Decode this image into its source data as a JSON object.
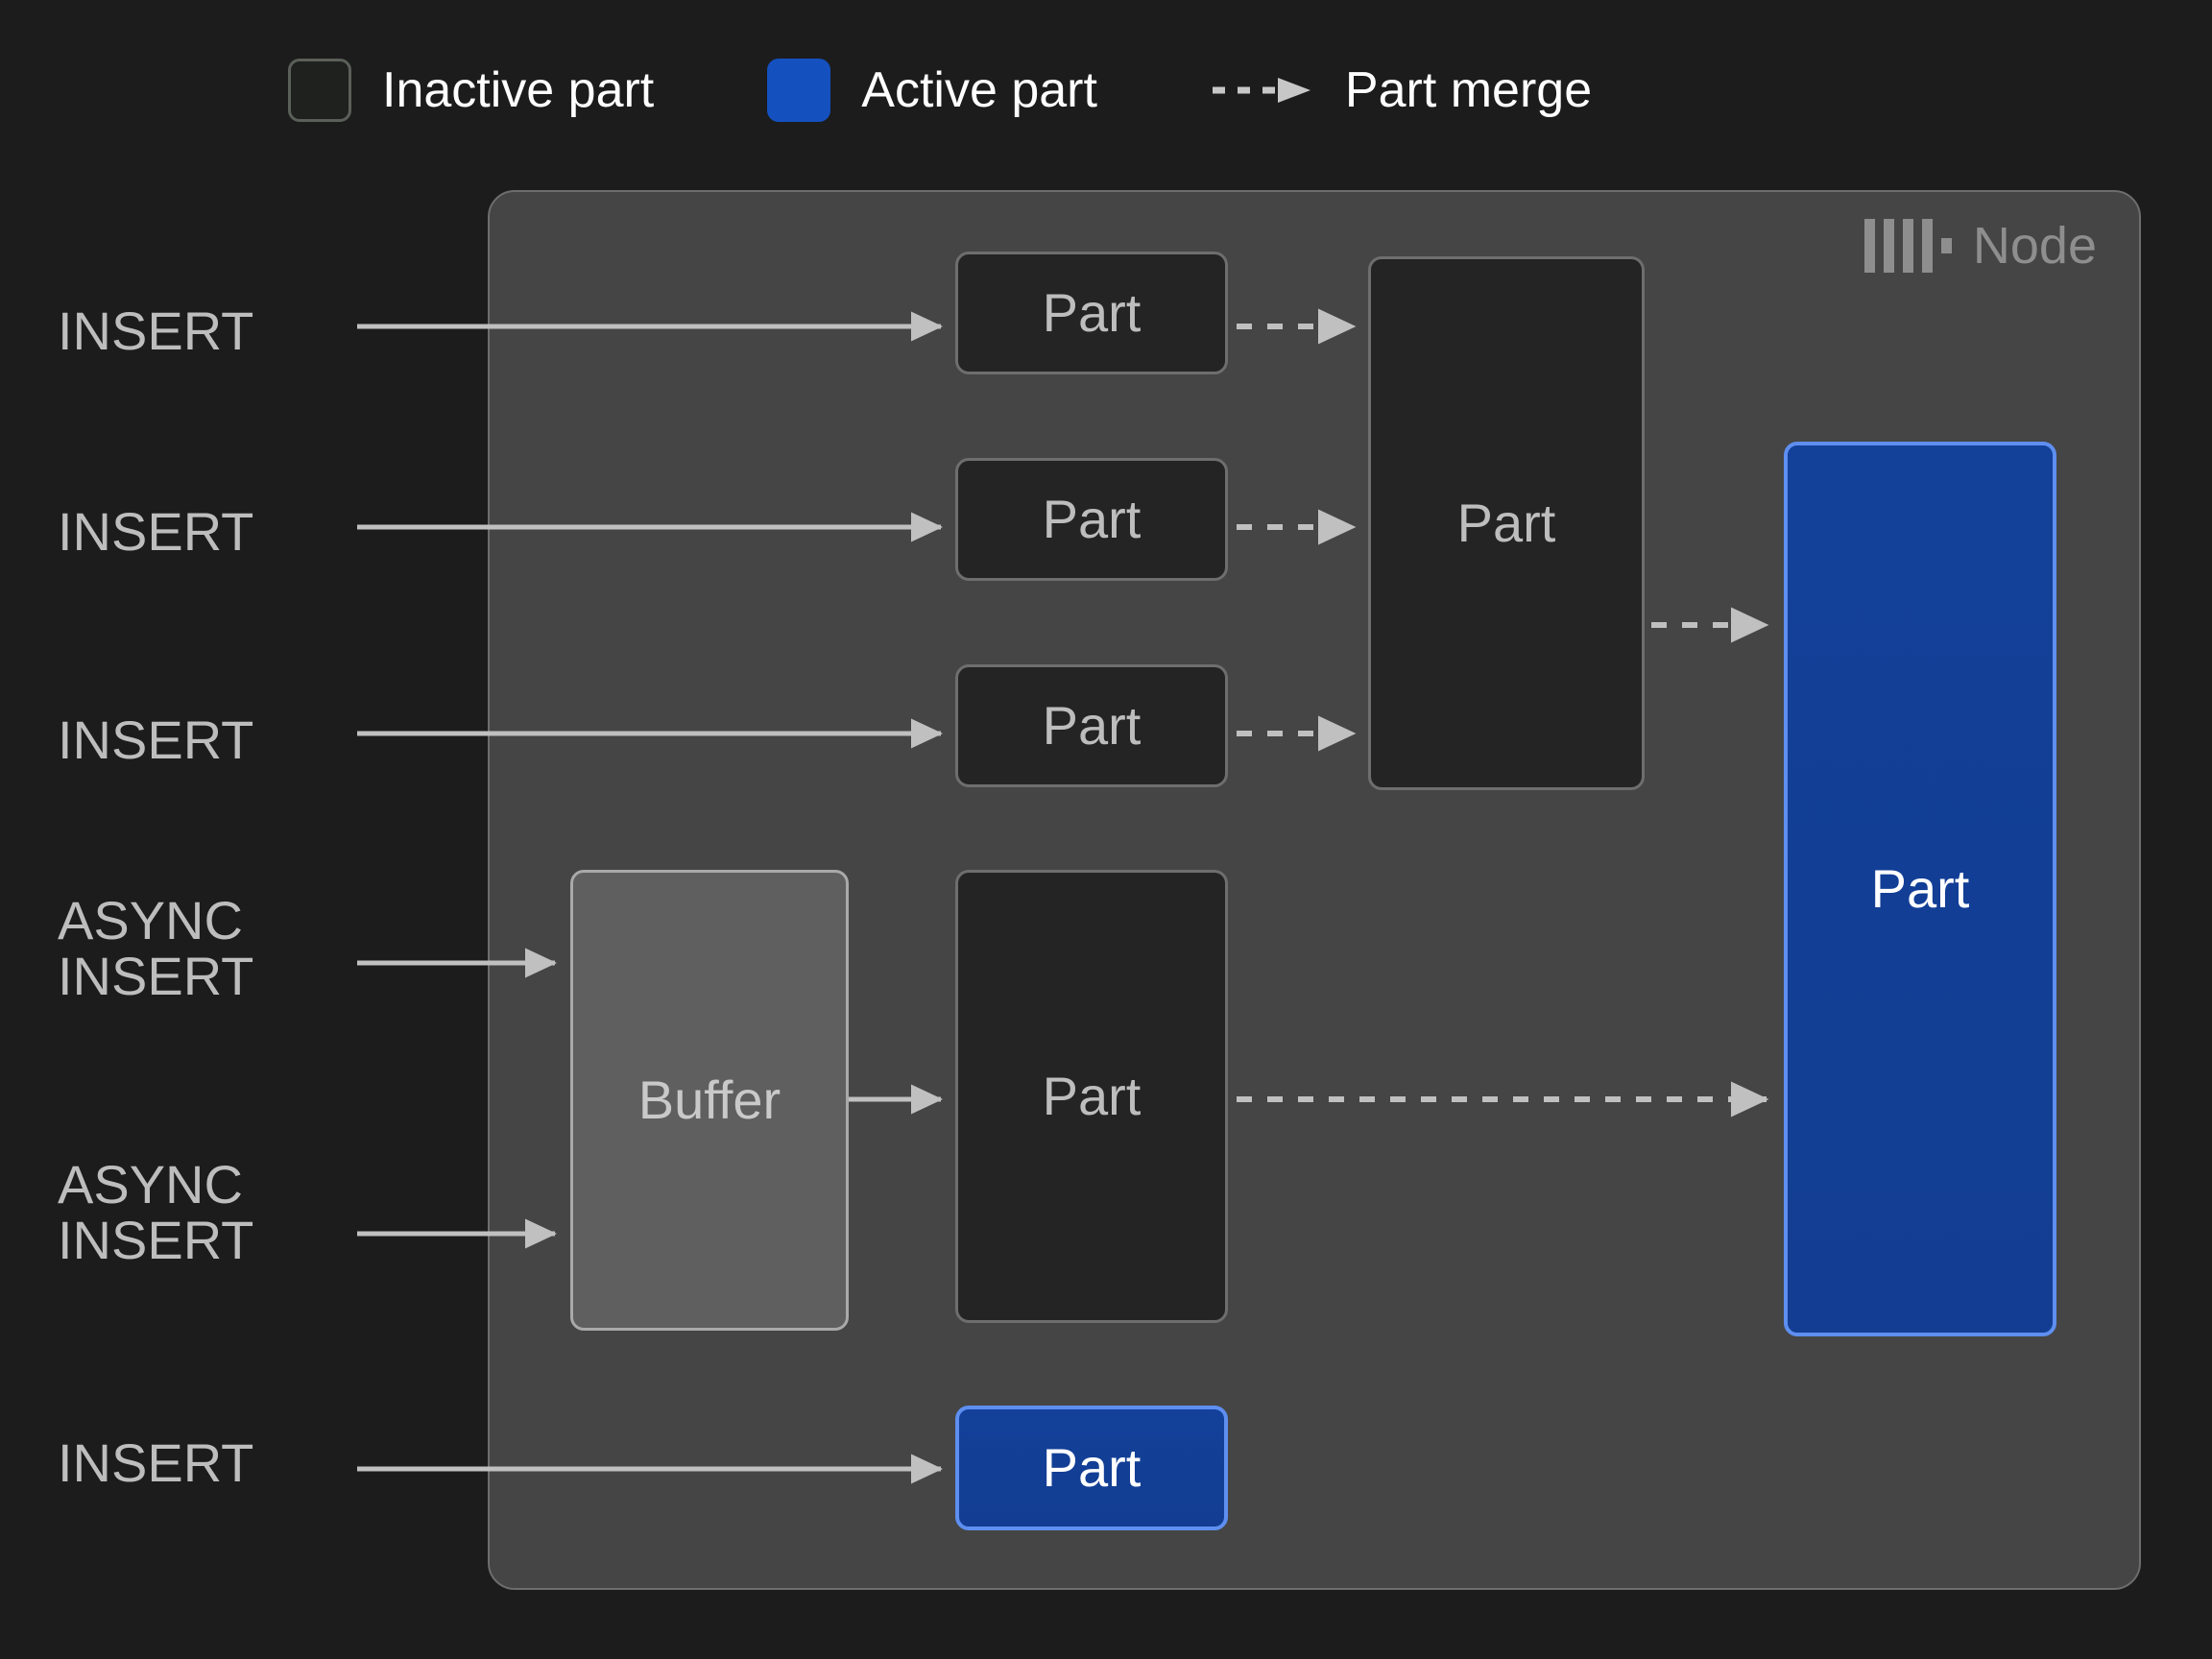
{
  "legend": {
    "items": [
      {
        "id": "inactive-part",
        "label": "Inactive part",
        "swatch": "inactive-square",
        "color": "#1f211e",
        "border": "#5b5f59"
      },
      {
        "id": "active-part",
        "label": "Active part",
        "swatch": "active-square",
        "color": "#1550bf",
        "border": "#1550bf"
      },
      {
        "id": "part-merge",
        "label": "Part merge",
        "swatch": "dashed-arrow",
        "color": "#c7c7c7"
      }
    ]
  },
  "node": {
    "label": "Node",
    "logo": "clickhouse-logo",
    "background": "#454545",
    "border": "#6d6d6d"
  },
  "flows": [
    {
      "id": "insert-1",
      "label": "INSERT"
    },
    {
      "id": "insert-2",
      "label": "INSERT"
    },
    {
      "id": "insert-3",
      "label": "INSERT"
    },
    {
      "id": "async-insert-1",
      "label": "ASYNC\nINSERT"
    },
    {
      "id": "async-insert-2",
      "label": "ASYNC\nINSERT"
    },
    {
      "id": "insert-4",
      "label": "INSERT"
    }
  ],
  "boxes": {
    "part_top_1": {
      "label": "Part",
      "state": "inactive"
    },
    "part_top_2": {
      "label": "Part",
      "state": "inactive"
    },
    "part_top_3": {
      "label": "Part",
      "state": "inactive"
    },
    "part_merged": {
      "label": "Part",
      "state": "inactive"
    },
    "buffer": {
      "label": "Buffer",
      "state": "buffer"
    },
    "part_buffer_flush": {
      "label": "Part",
      "state": "inactive"
    },
    "part_final": {
      "label": "Part",
      "state": "active"
    },
    "part_bottom": {
      "label": "Part",
      "state": "active"
    }
  },
  "colors": {
    "page_background": "#1c1c1c",
    "node_background": "#454545",
    "inactive_fill": "#242424",
    "inactive_border": "#6e6e6e",
    "active_fill": "#13409f",
    "active_border": "#5e8ff0",
    "buffer_fill": "#5f5f5f",
    "buffer_border": "#a9a9a9",
    "arrow": "#c0c0c0",
    "text_primary": "#ffffff",
    "text_muted": "#bdbdbd",
    "node_label": "#8e8e8e"
  }
}
